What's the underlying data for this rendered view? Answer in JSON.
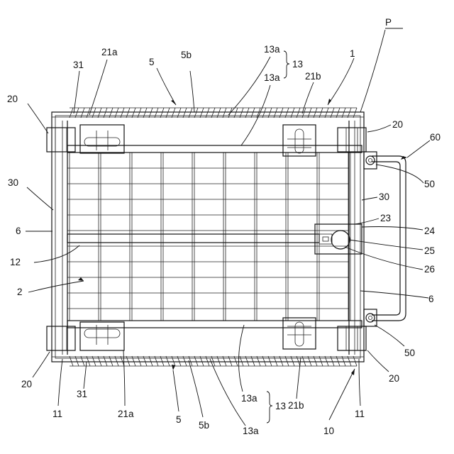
{
  "figure": {
    "labels": [
      {
        "id": "P",
        "text": "P"
      },
      {
        "id": "1",
        "text": "1"
      },
      {
        "id": "5-top",
        "text": "5"
      },
      {
        "id": "5b-top",
        "text": "5b"
      },
      {
        "id": "13a-top-1",
        "text": "13a"
      },
      {
        "id": "13a-top-2",
        "text": "13a"
      },
      {
        "id": "13-top",
        "text": "13"
      },
      {
        "id": "21a-top",
        "text": "21a"
      },
      {
        "id": "21b-top",
        "text": "21b"
      },
      {
        "id": "31-top",
        "text": "31"
      },
      {
        "id": "20-top-left",
        "text": "20"
      },
      {
        "id": "20-top-right",
        "text": "20"
      },
      {
        "id": "60",
        "text": "60"
      },
      {
        "id": "30-left",
        "text": "30"
      },
      {
        "id": "30-right",
        "text": "30"
      },
      {
        "id": "50-top",
        "text": "50"
      },
      {
        "id": "23",
        "text": "23"
      },
      {
        "id": "24",
        "text": "24"
      },
      {
        "id": "25",
        "text": "25"
      },
      {
        "id": "26",
        "text": "26"
      },
      {
        "id": "6-left",
        "text": "6"
      },
      {
        "id": "6-right",
        "text": "6"
      },
      {
        "id": "12",
        "text": "12"
      },
      {
        "id": "2",
        "text": "2"
      },
      {
        "id": "50-bottom",
        "text": "50"
      },
      {
        "id": "20-bottom-left",
        "text": "20"
      },
      {
        "id": "20-bottom-right",
        "text": "20"
      },
      {
        "id": "11-left",
        "text": "11"
      },
      {
        "id": "11-right",
        "text": "11"
      },
      {
        "id": "31-bottom",
        "text": "31"
      },
      {
        "id": "21a-bottom",
        "text": "21a"
      },
      {
        "id": "5-bottom",
        "text": "5"
      },
      {
        "id": "5b-bottom",
        "text": "5b"
      },
      {
        "id": "13a-bottom-1",
        "text": "13a"
      },
      {
        "id": "13a-bottom-2",
        "text": "13a"
      },
      {
        "id": "13-bottom",
        "text": "13"
      },
      {
        "id": "21b-bottom",
        "text": "21b"
      },
      {
        "id": "10",
        "text": "10"
      }
    ]
  }
}
